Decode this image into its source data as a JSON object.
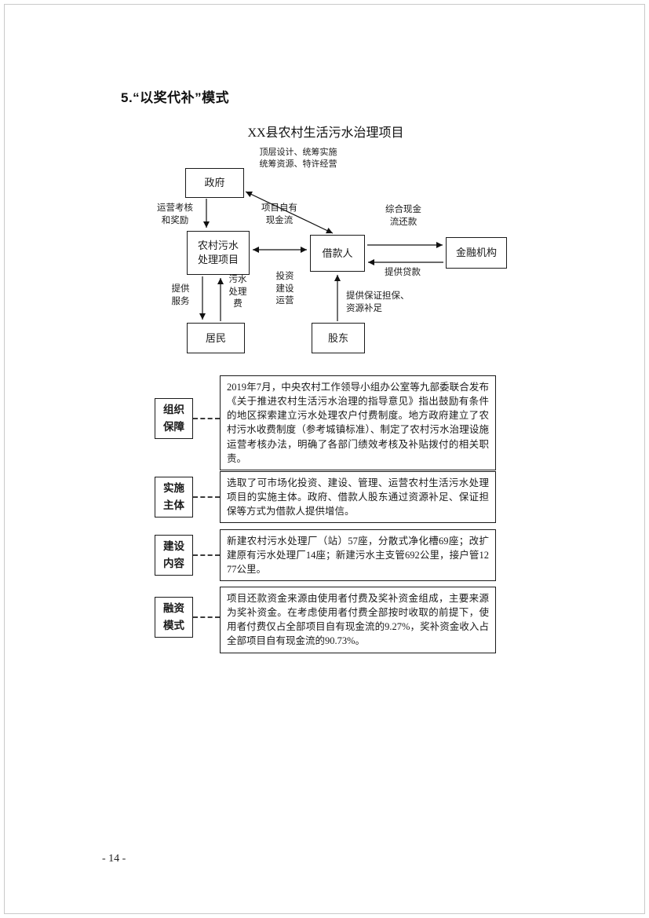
{
  "page": {
    "heading": "5.“以奖代补”模式",
    "page_number": "- 14 -"
  },
  "diagram": {
    "title": "XX县农村生活污水治理项目",
    "nodes": {
      "government": "政府",
      "project": "农村污水\n处理项目",
      "borrower": "借款人",
      "bank": "金融机构",
      "residents": "居民",
      "shareholder": "股东"
    },
    "edges": {
      "gov_borrower": "顶层设计、统筹实施\n统筹资源、特许经营",
      "gov_project": "运营考核\n和奖励",
      "project_borrower_up": "项目自有\n现金流",
      "project_borrower_down": "投资\n建设\n运营",
      "borrower_bank": "综合现金\n流还款",
      "bank_borrower": "提供贷款",
      "project_residents": "提供\n服务",
      "residents_project": "污水\n处理\n费",
      "shareholder_borrower": "提供保证担保、\n资源补足"
    }
  },
  "sections": [
    {
      "label": "组织\n保障",
      "text": "2019年7月，中央农村工作领导小组办公室等九部委联合发布《关于推进农村生活污水治理的指导意见》指出鼓励有条件的地区探索建立污水处理农户付费制度。地方政府建立了农村污水收费制度（参考城镇标准）、制定了农村污水治理设施运营考核办法，明确了各部门绩效考核及补贴拨付的相关职责。"
    },
    {
      "label": "实施\n主体",
      "text": "选取了可市场化投资、建设、管理、运营农村生活污水处理项目的实施主体。政府、借款人股东通过资源补足、保证担保等方式为借款人提供增信。"
    },
    {
      "label": "建设\n内容",
      "text": "新建农村污水处理厂（站）57座，分散式净化槽69座；改扩建原有污水处理厂14座；新建污水主支管692公里，接户管1277公里。"
    },
    {
      "label": "融资\n模式",
      "text": "项目还款资金来源由使用者付费及奖补资金组成，主要来源为奖补资金。在考虑使用者付费全部按时收取的前提下，使用者付费仅占全部项目自有现金流的9.27%，奖补资金收入占全部项目自有现金流的90.73%。"
    }
  ]
}
